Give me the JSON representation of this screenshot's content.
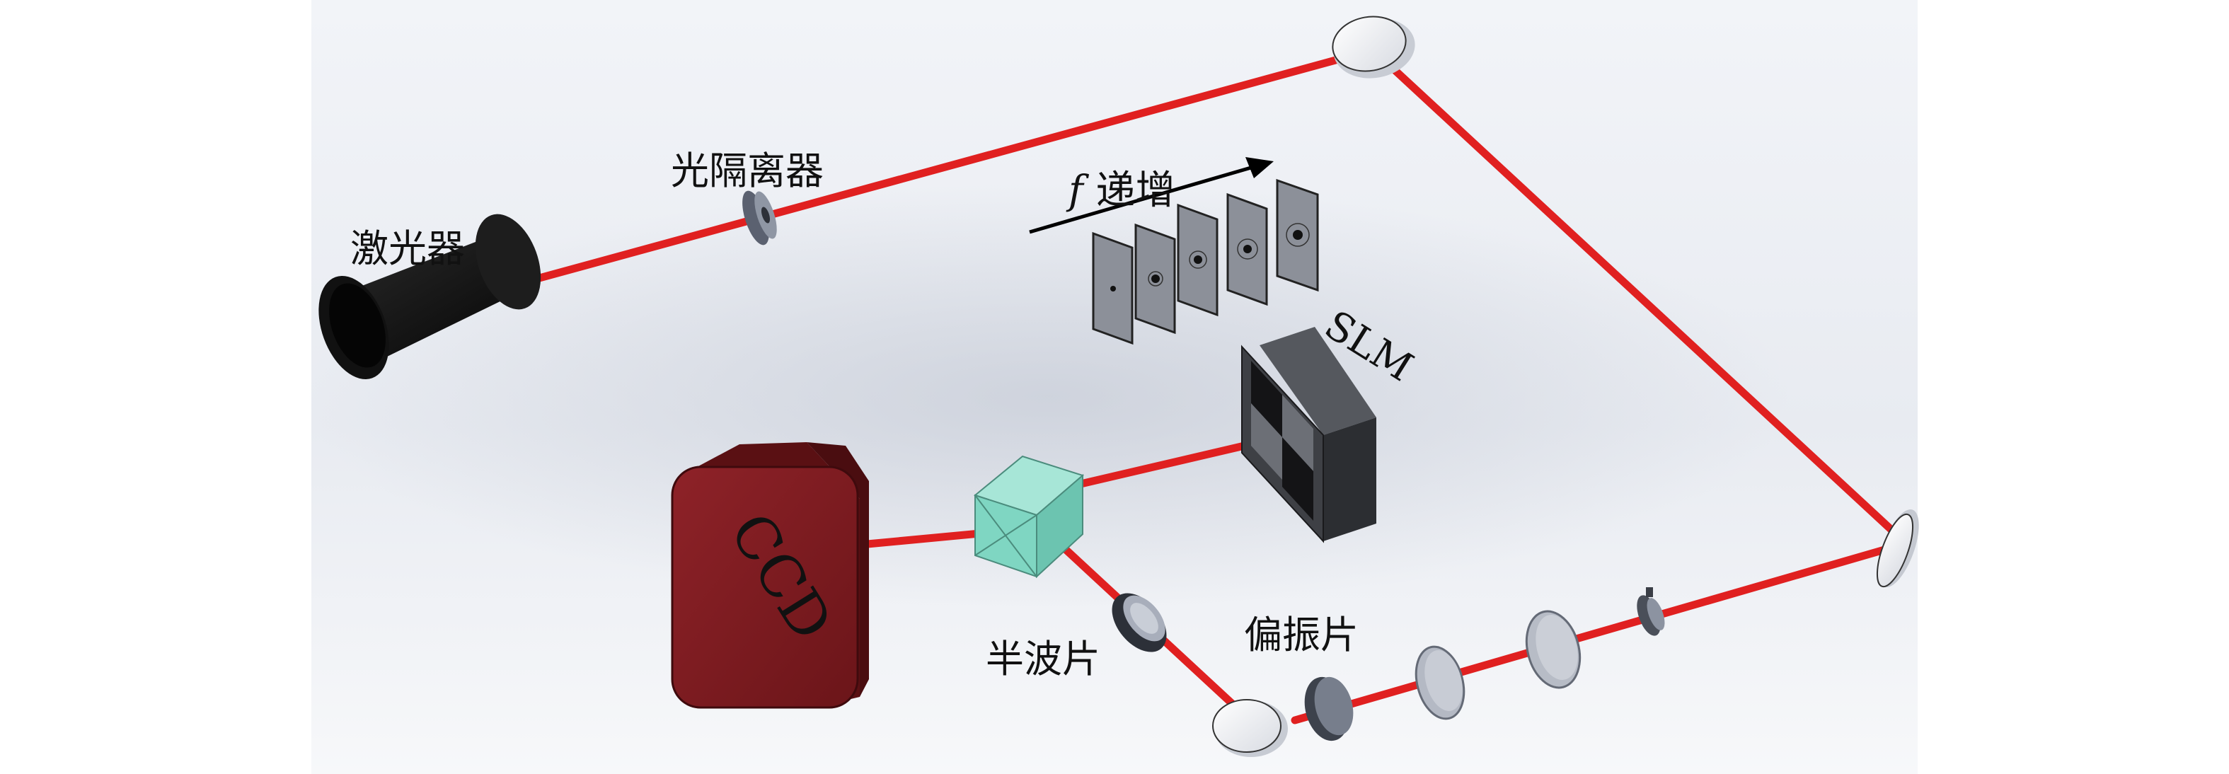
{
  "labels": {
    "laser": "激光器",
    "isolator": "光隔离器",
    "f_italic": "f",
    "f_increase": " 递增",
    "slm": "SLM",
    "ccd": "CCD",
    "half_wave_plate": "半波片",
    "polarizer": "偏振片"
  },
  "colors": {
    "beam": "#e02020",
    "ccd": "#7d1a1e",
    "slm": "#3e4045",
    "cube": "#7fd6c2",
    "laser_body": "#0c0c0c"
  }
}
